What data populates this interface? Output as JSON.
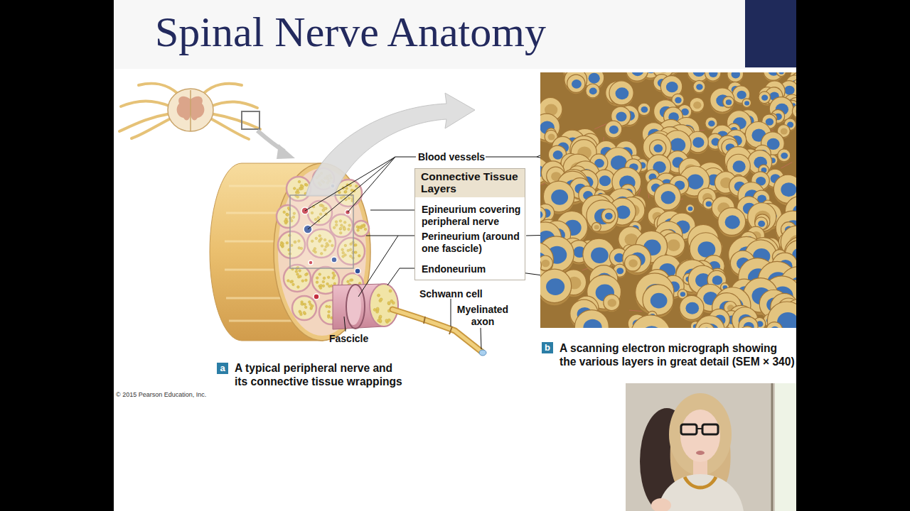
{
  "diagram": {
    "title": "Spinal Nerve Anatomy",
    "nodes": [
      {
        "text": [
          "Connective Tissue Layers",
          "Epineurium covering peripheral nerve",
          "Perineurium (around one fascicle)",
          "Endoneurium"
        ]
      },
      {
        "text": [
          "a"
        ]
      },
      {
        "text": [
          "b"
        ]
      }
    ],
    "labels": [
      "Blood vessels",
      "Schwann cell",
      "Myelinated axon",
      "Fascicle",
      "A typical peripheral nerve and its connective tissue wrappings",
      "A scanning electron micrograph showing the various layers in great detail (SEM × 340)",
      "© 2015 Pearson Education, Inc."
    ]
  }
}
